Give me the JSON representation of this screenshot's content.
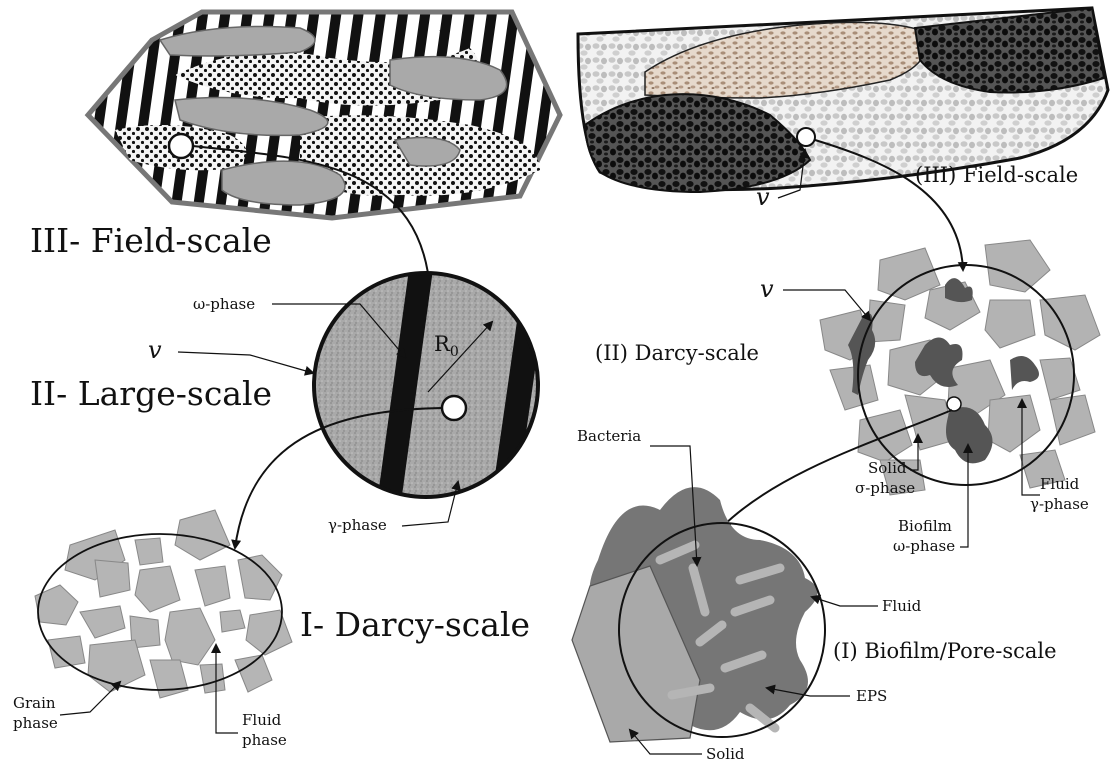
{
  "left": {
    "field_title": "III- Field-scale",
    "large_title": "II- Large-scale",
    "darcy_title": "I- Darcy-scale",
    "omega": "ω-phase",
    "gamma": "γ-phase",
    "r0": "R",
    "r0_sub": "0",
    "v": "v",
    "grain": [
      "Grain",
      "phase"
    ],
    "fluid": [
      "Fluid",
      "phase"
    ]
  },
  "right": {
    "field_title": "(III) Field-scale",
    "darcy_title": "(II) Darcy-scale",
    "pore_title": "(I) Biofilm/Pore-scale",
    "v_field": "v",
    "v_darcy": "v",
    "solid_sigma": [
      "Solid",
      "σ-phase"
    ],
    "biofilm_omega": [
      "Biofilm",
      "ω-phase"
    ],
    "fluid_gamma": [
      "Fluid",
      "γ-phase"
    ],
    "bacteria": "Bacteria",
    "fluid": "Fluid",
    "eps": "EPS",
    "solid": "Solid"
  }
}
